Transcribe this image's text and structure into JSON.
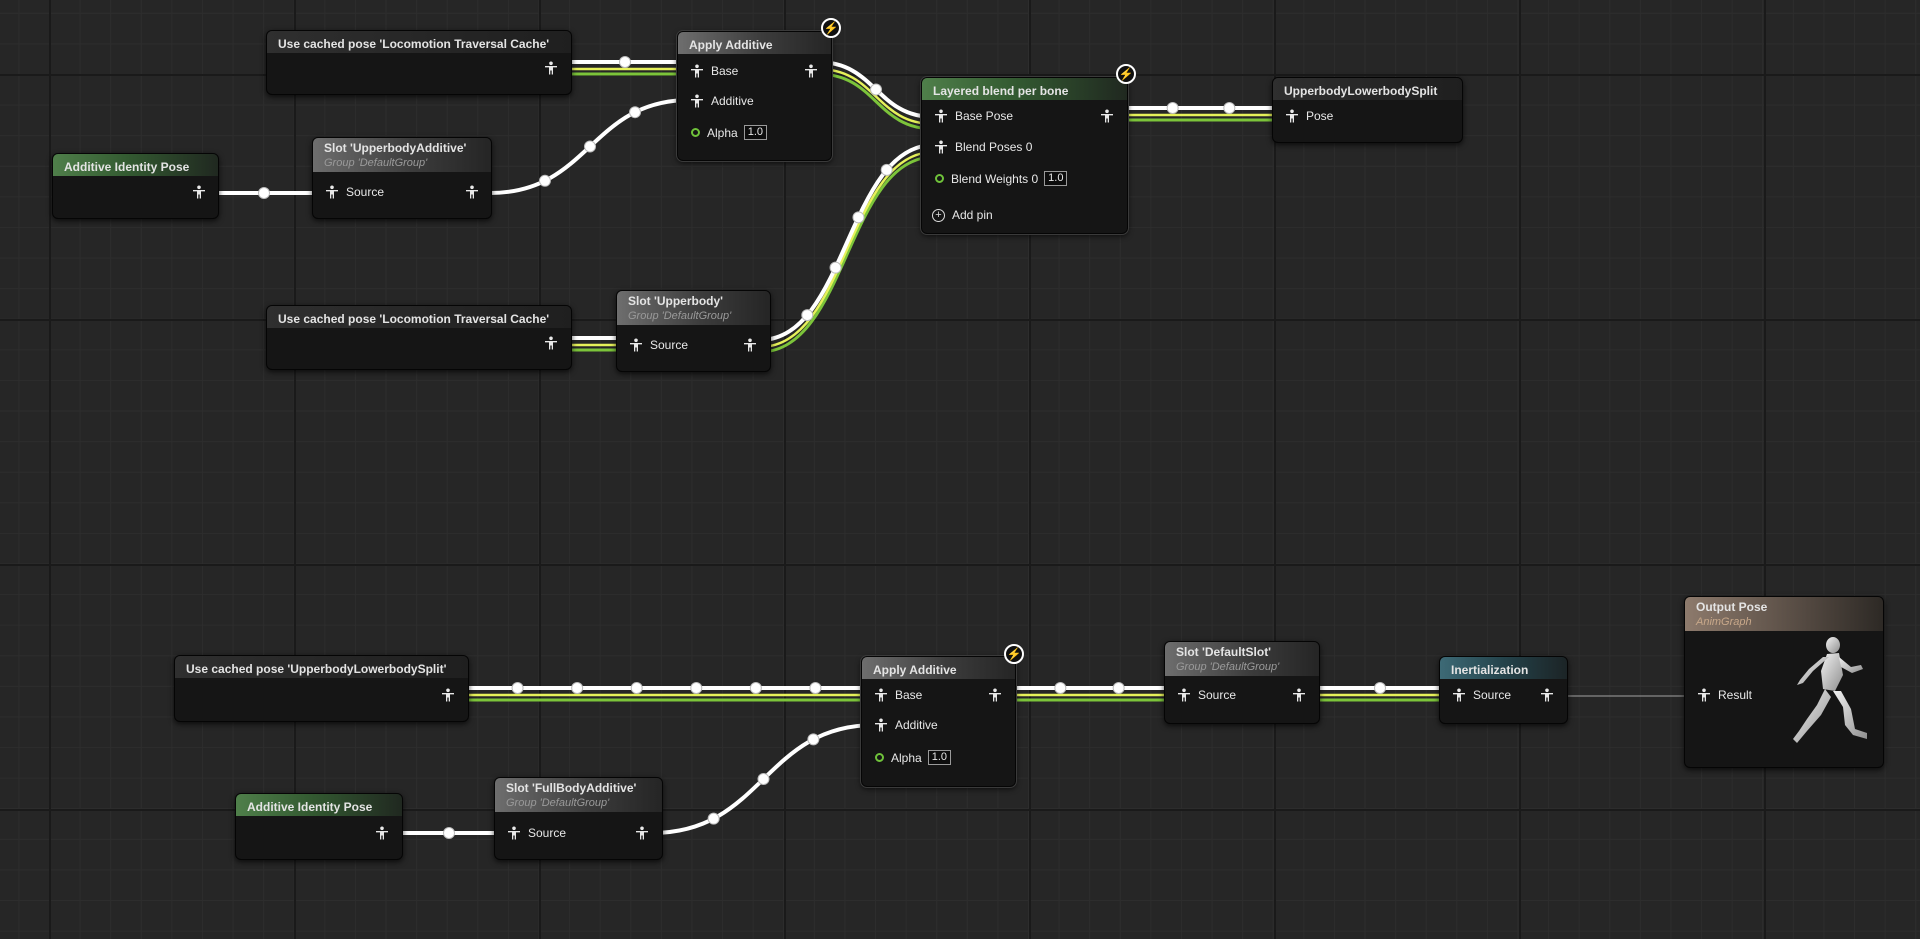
{
  "colors": {
    "wire_white": "#ffffff",
    "wire_yellow": "#e6f15a",
    "wire_green": "#7cc43a",
    "pose_header_teal": "#3d6a76",
    "identity_header_green": "#4f7f4a",
    "output_header_tan": "#8d7a6c"
  },
  "icons": {
    "pose_pin": "pose-figure-icon",
    "float_pin": "float-pin-icon",
    "add": "add-pin-icon",
    "fast_path": "fast-path-bolt-icon",
    "output": "mannequin-preview"
  },
  "top_graph": {
    "cached_pose_1": {
      "title": "Use cached pose 'Locomotion Traversal Cache'"
    },
    "cached_pose_2": {
      "title": "Use cached pose 'Locomotion Traversal Cache'"
    },
    "identity_pose": {
      "title": "Additive Identity Pose"
    },
    "slot_upperbody_additive": {
      "title": "Slot 'UpperbodyAdditive'",
      "group": "Group 'DefaultGroup'",
      "pin_source": "Source"
    },
    "slot_upperbody": {
      "title": "Slot 'Upperbody'",
      "group": "Group 'DefaultGroup'",
      "pin_source": "Source"
    },
    "apply_additive": {
      "title": "Apply Additive",
      "pin_base": "Base",
      "pin_additive": "Additive",
      "pin_alpha": "Alpha",
      "alpha_value": "1.0"
    },
    "layered_blend": {
      "title": "Layered blend per bone",
      "pin_base_pose": "Base Pose",
      "pin_blend_poses": "Blend Poses 0",
      "pin_blend_weights": "Blend Weights 0",
      "blend_weights_value": "1.0",
      "add_pin": "Add pin"
    },
    "save_cached": {
      "title": "UpperbodyLowerbodySplit",
      "pin_pose": "Pose"
    }
  },
  "bottom_graph": {
    "cached_pose": {
      "title": "Use cached pose 'UpperbodyLowerbodySplit'"
    },
    "identity_pose": {
      "title": "Additive Identity Pose"
    },
    "slot_fullbody_additive": {
      "title": "Slot 'FullBodyAdditive'",
      "group": "Group 'DefaultGroup'",
      "pin_source": "Source"
    },
    "apply_additive": {
      "title": "Apply Additive",
      "pin_base": "Base",
      "pin_additive": "Additive",
      "pin_alpha": "Alpha",
      "alpha_value": "1.0"
    },
    "slot_default": {
      "title": "Slot 'DefaultSlot'",
      "group": "Group 'DefaultGroup'",
      "pin_source": "Source"
    },
    "inertialization": {
      "title": "Inertialization",
      "pin_source": "Source"
    },
    "output_pose": {
      "title": "Output Pose",
      "subtitle": "AnimGraph",
      "pin_result": "Result"
    }
  }
}
